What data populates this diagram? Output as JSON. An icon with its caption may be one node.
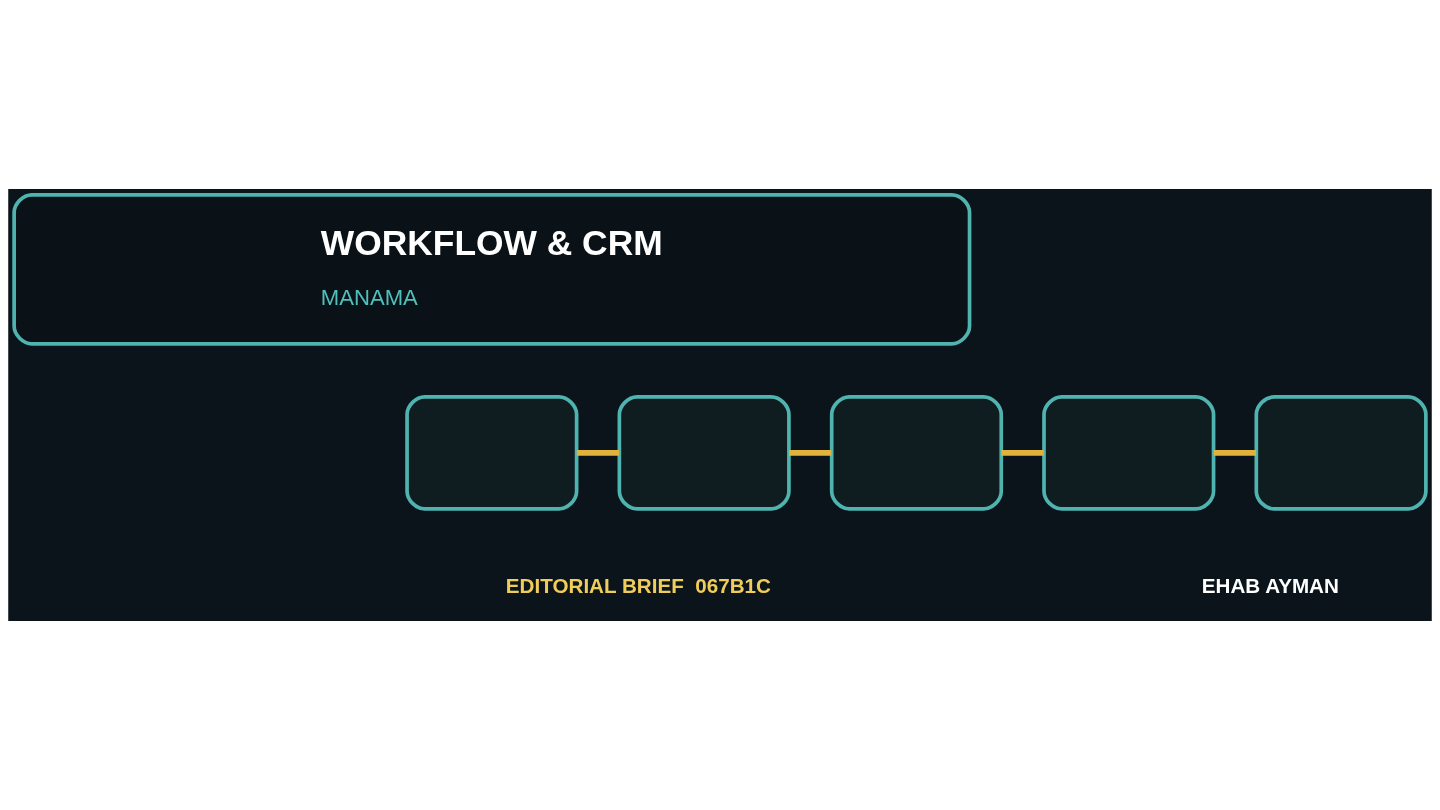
{
  "diagram": {
    "nodes": [
      {
        "text": [
          "WORKFLOW & CRM",
          "MANAMA"
        ]
      },
      {
        "text": [],
        "shape": "box"
      },
      {
        "text": [],
        "shape": "box"
      },
      {
        "text": [],
        "shape": "box"
      },
      {
        "text": [],
        "shape": "box"
      },
      {
        "text": [],
        "shape": "box"
      }
    ],
    "edges": [
      {
        "from": 1,
        "to": 2,
        "arrow": "none"
      },
      {
        "from": 2,
        "to": 3,
        "arrow": "none"
      },
      {
        "from": 3,
        "to": 4,
        "arrow": "none"
      },
      {
        "from": 4,
        "to": 5,
        "arrow": "none"
      }
    ],
    "labels": [
      "EDITORIAL BRIEF  067B1C",
      "EHAB AYMAN"
    ]
  }
}
